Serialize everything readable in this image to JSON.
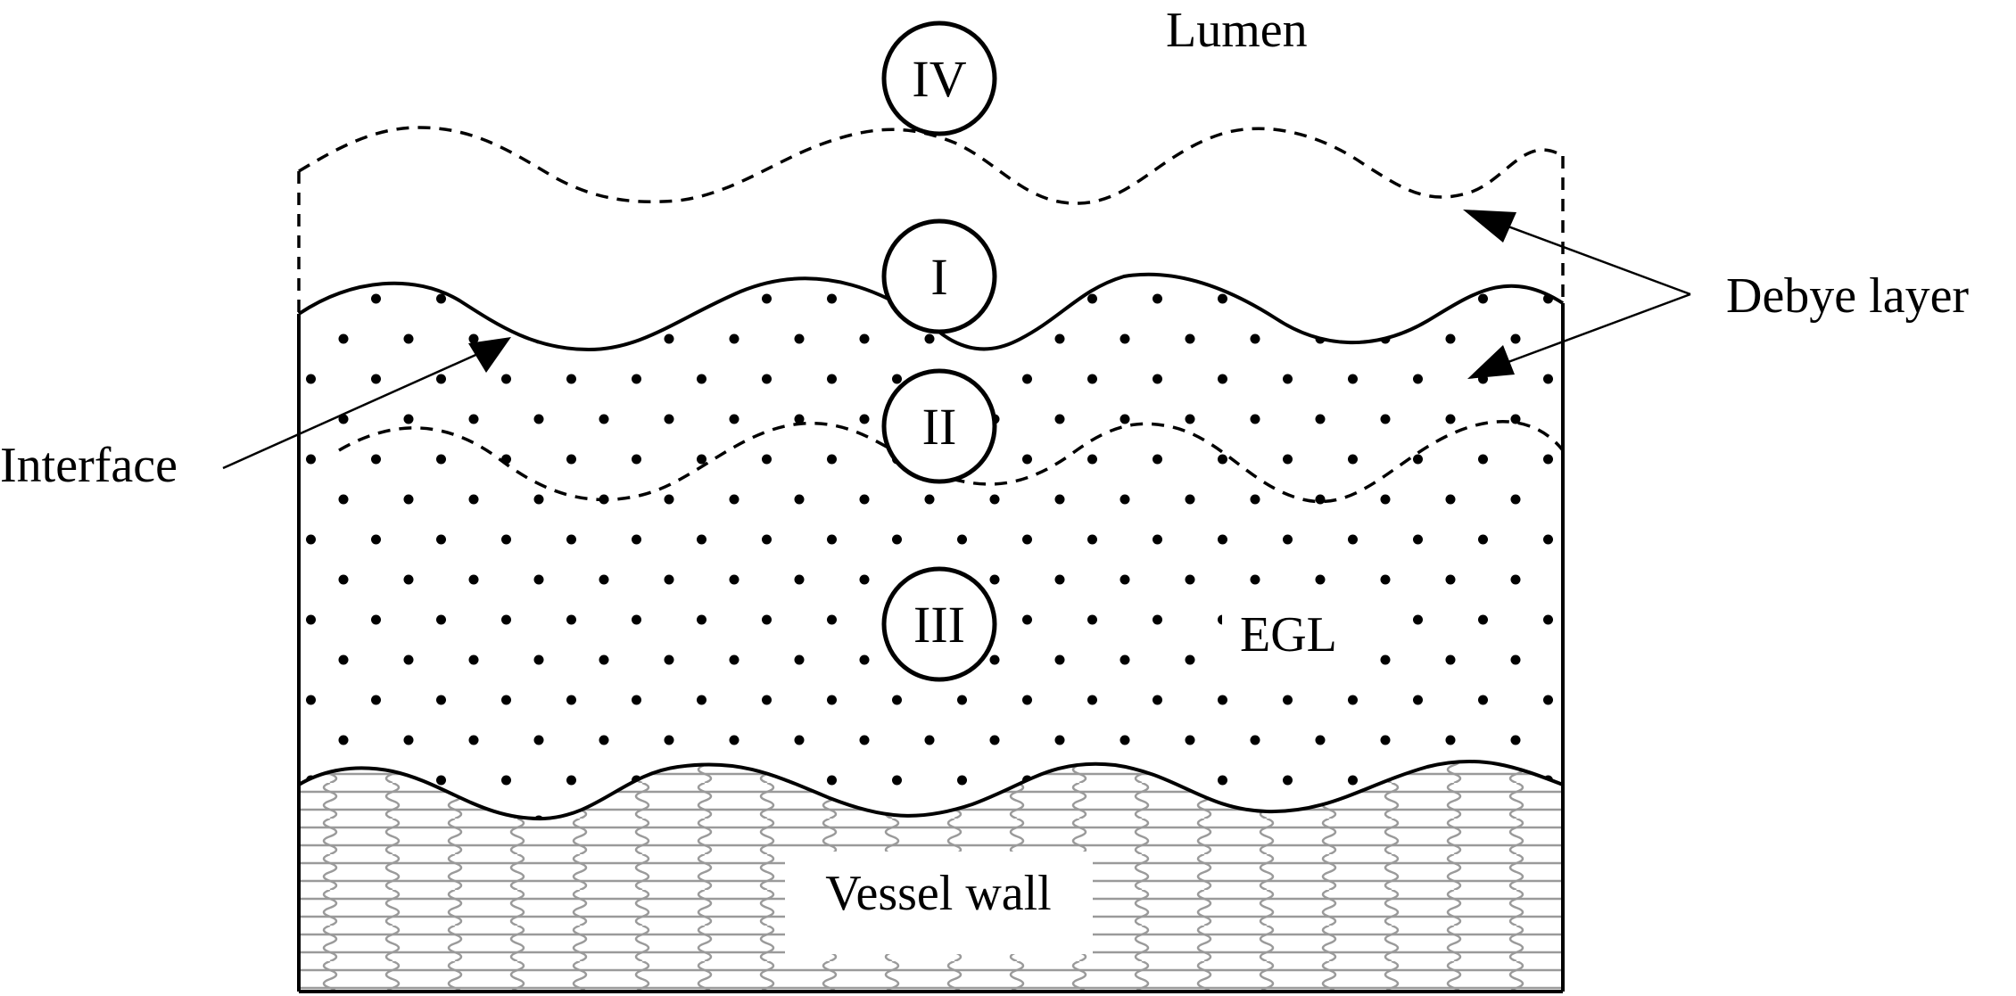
{
  "labels": {
    "lumen": "Lumen",
    "debye_layer": "Debye layer",
    "interface": "Interface",
    "egl": "EGL",
    "vessel_wall": "Vessel wall"
  },
  "regions": [
    {
      "id": "region-4",
      "label": "IV"
    },
    {
      "id": "region-1",
      "label": "I"
    },
    {
      "id": "region-2",
      "label": "II"
    },
    {
      "id": "region-3",
      "label": "III"
    }
  ],
  "colors": {
    "ink": "#000000",
    "wall_hatch": "#9a9a9a",
    "background": "#ffffff"
  }
}
